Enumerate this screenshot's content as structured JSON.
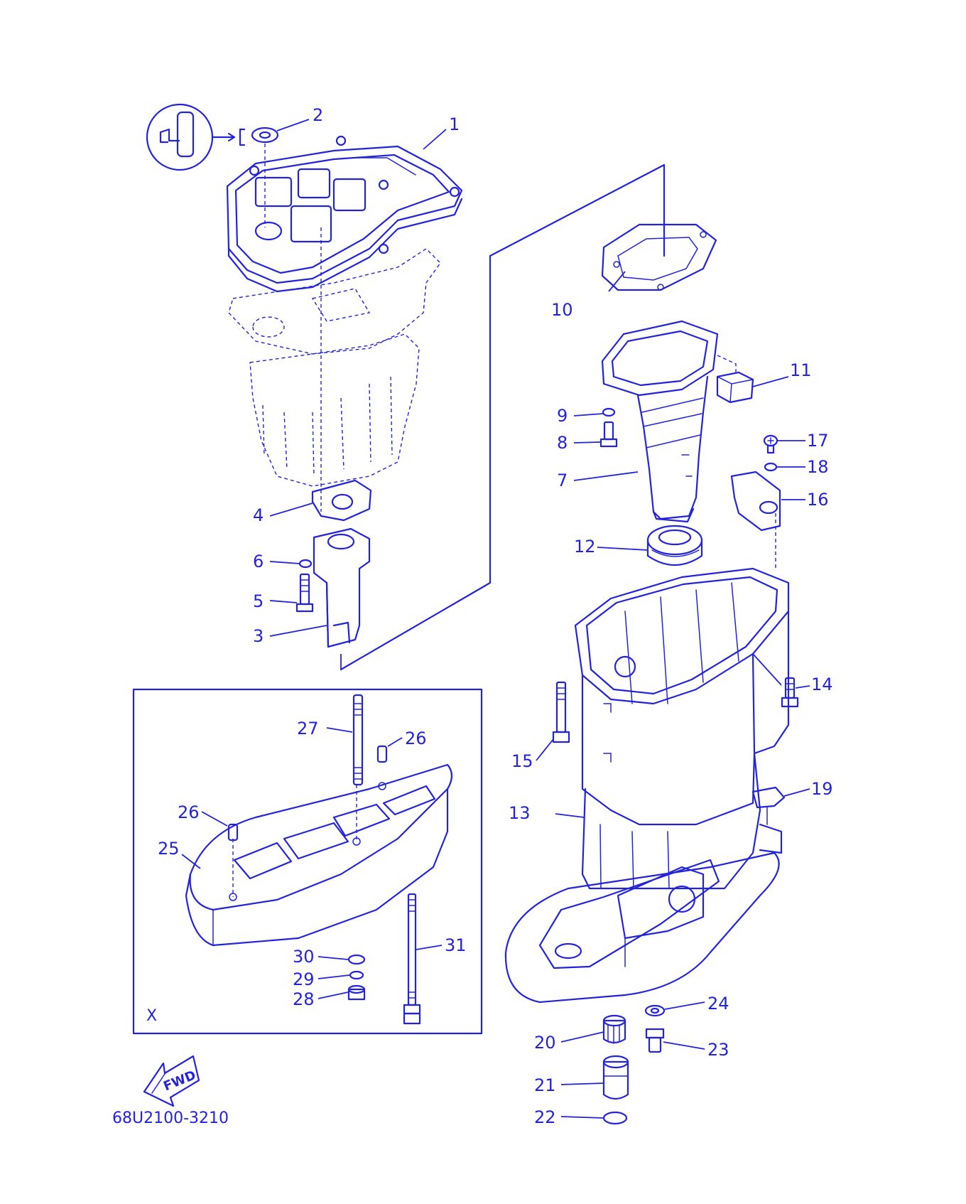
{
  "diagram": {
    "part_code": "68U2100-3210",
    "inset_label": "X",
    "fwd_label": "FWD",
    "callouts": [
      "1",
      "2",
      "3",
      "4",
      "5",
      "6",
      "7",
      "8",
      "9",
      "10",
      "11",
      "12",
      "13",
      "14",
      "15",
      "16",
      "17",
      "18",
      "19",
      "20",
      "21",
      "22",
      "23",
      "24",
      "25",
      "26",
      "26",
      "27",
      "28",
      "29",
      "30",
      "31"
    ],
    "line_color": "#2323d8",
    "background": "#ffffff"
  }
}
